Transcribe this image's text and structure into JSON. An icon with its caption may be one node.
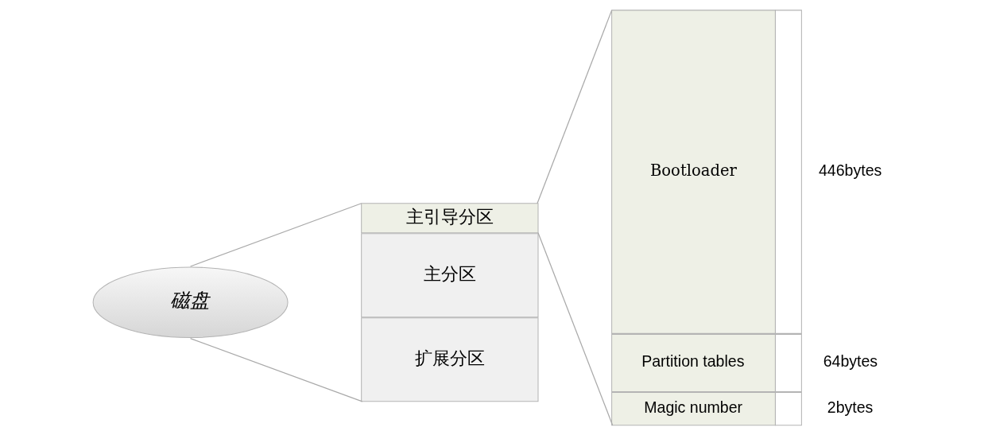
{
  "diagram": {
    "nodes": [
      {
        "text": [
          "磁盘"
        ]
      },
      {
        "text": [
          "主引导分区"
        ]
      },
      {
        "text": [
          "主分区"
        ]
      },
      {
        "text": [
          "扩展分区"
        ]
      },
      {
        "text": [
          "Bootloader"
        ],
        "beside": [
          "446bytes"
        ]
      },
      {
        "text": [
          "Partition tables"
        ],
        "beside": [
          "64bytes"
        ]
      },
      {
        "text": [
          "Magic number"
        ],
        "beside": [
          "2bytes"
        ]
      }
    ],
    "edges": [
      {
        "from": 0,
        "to": 1,
        "arrow": "none"
      },
      {
        "from": 0,
        "to": 3,
        "arrow": "none"
      },
      {
        "from": 1,
        "to": 4,
        "arrow": "none"
      },
      {
        "from": 1,
        "to": 6,
        "arrow": "none"
      }
    ]
  }
}
